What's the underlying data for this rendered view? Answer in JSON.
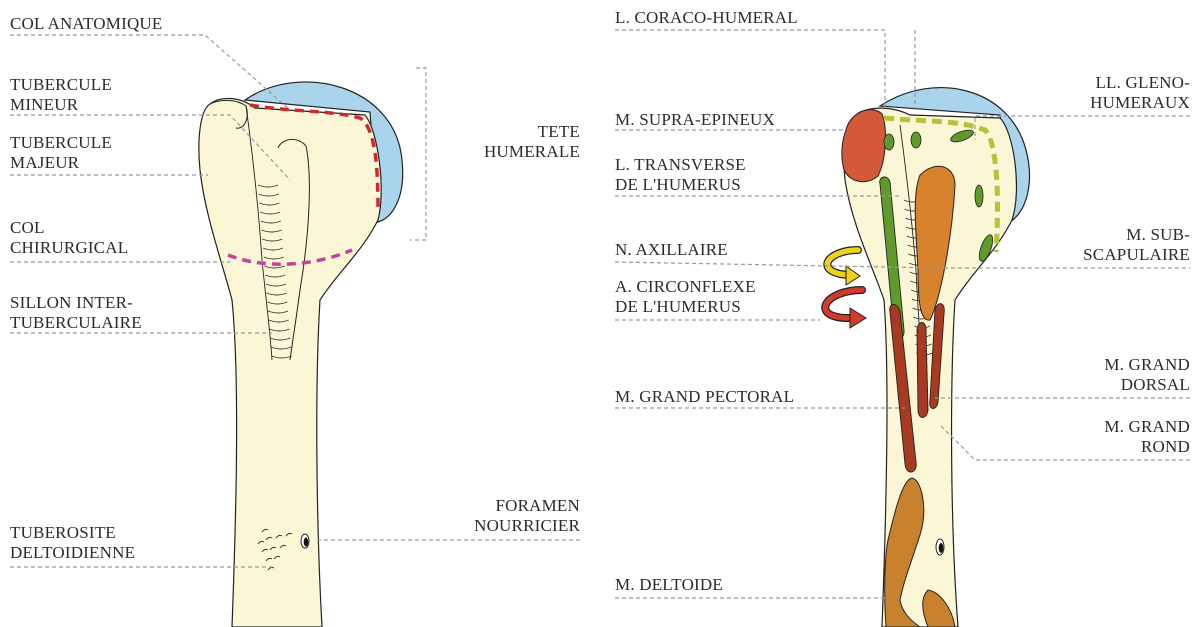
{
  "colors": {
    "bone": "#fbf6d6",
    "outline": "#222222",
    "head": "#a9d4ec",
    "anatomical_neck": "#cf2a2a",
    "surgical_neck": "#c4449a",
    "leader": "#9a9a9a",
    "muscle_green": "#5e9a2c",
    "muscle_orange": "#d8822e",
    "muscle_red": "#a83a22",
    "supraspinatus": "#d25a3a",
    "ligament_dash": "#b9c13a",
    "nerve": "#ecd21c",
    "artery": "#d23a2a",
    "deltoid": "#c8822e"
  },
  "icons": {
    "axillary_nerve": "curved-arrow-icon",
    "circumflex_artery": "curved-arrow-icon"
  },
  "left_figure": {
    "col_anatomique": [
      "COL ANATOMIQUE"
    ],
    "tubercule_mineur": [
      "TUBERCULE",
      "MINEUR"
    ],
    "tubercule_majeur": [
      "TUBERCULE",
      "MAJEUR"
    ],
    "col_chirurgical": [
      "COL",
      "CHIRURGICAL"
    ],
    "sillon": [
      "SILLON INTER-",
      "TUBERCULAIRE"
    ],
    "tuberosite": [
      "TUBEROSITE",
      "DELTOIDIENNE"
    ],
    "tete": [
      "TETE",
      "HUMERALE"
    ],
    "foramen": [
      "FORAMEN",
      "NOURRICIER"
    ]
  },
  "right_figure": {
    "coraco": [
      "L. CORACO-HUMERAL"
    ],
    "supra": [
      "M. SUPRA-EPINEUX"
    ],
    "transverse": [
      "L. TRANSVERSE",
      "DE L'HUMERUS"
    ],
    "axillaire": [
      "N. AXILLAIRE"
    ],
    "circonflexe": [
      "A. CIRCONFLEXE",
      "DE L'HUMERUS"
    ],
    "grand_pectoral": [
      "M. GRAND PECTORAL"
    ],
    "deltoide": [
      "M. DELTOIDE"
    ],
    "gleno": [
      "LL. GLENO-",
      "HUMERAUX"
    ],
    "sub": [
      "M. SUB-",
      "SCAPULAIRE"
    ],
    "grand_dorsal": [
      "M. GRAND",
      "DORSAL"
    ],
    "grand_rond": [
      "M. GRAND",
      "ROND"
    ]
  }
}
